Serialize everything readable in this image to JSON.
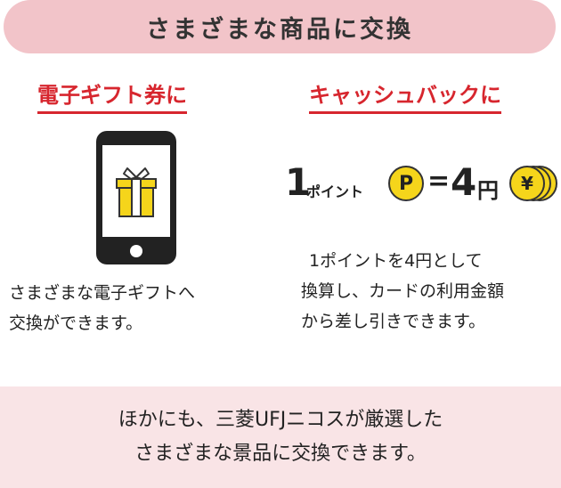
{
  "banner": {
    "title": "さまざまな商品に交換"
  },
  "gift_card": {
    "title": "電子ギフト券に",
    "description_lines": [
      "さまざまな電子ギフトへ",
      "交換ができます。"
    ],
    "phone_icon": "smartphone-gift-icon",
    "gift_color": "#f5d51b"
  },
  "cashback": {
    "title": "キャッシュバックに",
    "rate": {
      "points": "1",
      "points_unit": "ポイント",
      "point_badge": "P",
      "equals": "=",
      "yen_value": "4",
      "yen_unit": "円",
      "yen_badge": "¥"
    },
    "description_lines": [
      "1ポイントを4円として",
      "換算し、カードの利用金額",
      "から差し引きできます。"
    ]
  },
  "footer": {
    "lines": [
      "ほかにも、三菱UFJニコスが厳選した",
      "さまざまな景品に交換できます。"
    ]
  },
  "colors": {
    "banner_bg": "#f2c4c9",
    "accent_red": "#d7262e",
    "coin_yellow": "#f5d51b",
    "footer_bg": "#f9e4e6"
  }
}
